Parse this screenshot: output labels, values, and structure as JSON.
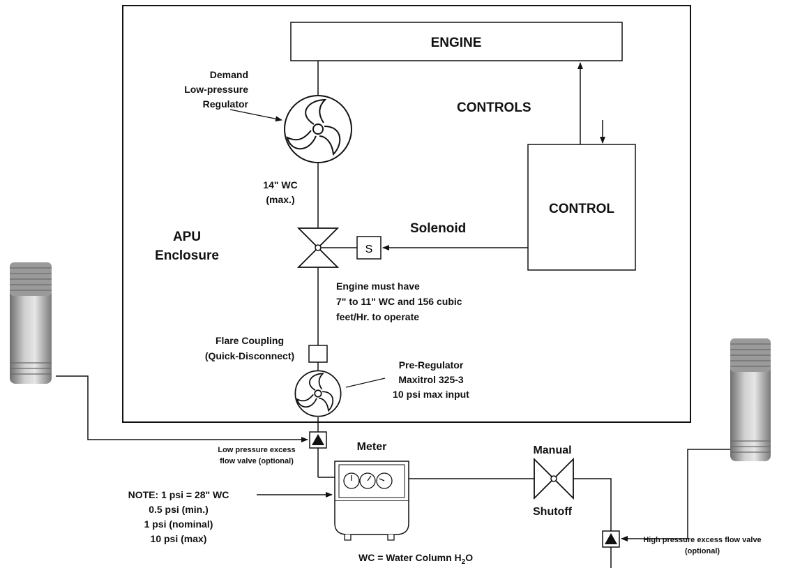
{
  "engine": "ENGINE",
  "controls": "CONTROLS",
  "control": "CONTROL",
  "solenoid": "Solenoid",
  "solenoid_symbol": "S",
  "apu": [
    "APU",
    "Enclosure"
  ],
  "demand_regulator": [
    "Demand",
    "Low-pressure",
    "Regulator"
  ],
  "wc_max": [
    "14\" WC",
    "(max.)"
  ],
  "engine_note": [
    "Engine must have",
    "7\" to 11\" WC and 156 cubic",
    "feet/Hr. to operate"
  ],
  "flare_coupling": [
    "Flare Coupling",
    "(Quick-Disconnect)"
  ],
  "pre_regulator": [
    "Pre-Regulator",
    "Maxitrol 325-3",
    "10 psi max input"
  ],
  "low_valve": [
    "Low pressure excess",
    "flow valve (optional)"
  ],
  "meter": "Meter",
  "manual_shutoff": [
    "Manual",
    "Shutoff"
  ],
  "note": [
    "NOTE: 1 psi = 28\" WC",
    "0.5 psi (min.)",
    "1 psi (nominal)",
    "10 psi (max)"
  ],
  "high_valve": [
    "High pressure excess flow valve",
    "(optional)"
  ],
  "wc_definition": "WC = Water Column H",
  "wc_sub": "2",
  "wc_end": "O"
}
